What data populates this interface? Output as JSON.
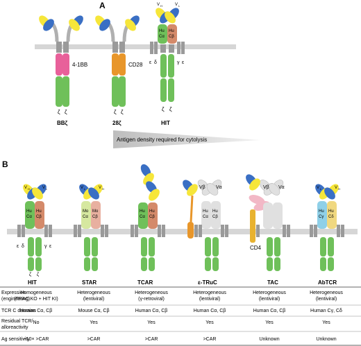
{
  "panelA": {
    "label": "A",
    "constructs": [
      {
        "name": "BBζ",
        "costim": "4-1BB"
      },
      {
        "name": "28ζ",
        "costim": "CD28"
      },
      {
        "name": "HIT"
      }
    ],
    "gradient_text": "Antigen density required for cytolysis",
    "chain_labels": {
      "vh": "V",
      "vh_sub": "H",
      "vl": "V",
      "vl_sub": "L",
      "hu": "Hu",
      "ca": "Cα",
      "cb": "Cβ",
      "zeta": "ζ",
      "eps": "ε",
      "delta": "δ",
      "gamma": "γ"
    }
  },
  "panelB": {
    "label": "B",
    "constructs": [
      {
        "name": "HIT",
        "top_left": "V",
        "top_left_sub": "H",
        "top_right": "V",
        "top_right_sub": "L",
        "c_left": "Hu\nCα",
        "c_right": "Hu\nCβ"
      },
      {
        "name": "STAR",
        "top_left": "V",
        "top_left_sub": "L",
        "top_right": "V",
        "top_right_sub": "H",
        "c_left": "Mo\nCα",
        "c_right": "Mo\nCβ"
      },
      {
        "name": "TCAR",
        "c_left": "Hu\nCα",
        "c_right": "Hu\nCβ"
      },
      {
        "name": "ε-TRuC",
        "top_left": "Vβ",
        "top_right": "Vα",
        "c_left": "Hu\nCα",
        "c_right": "Hu\nCβ"
      },
      {
        "name": "TAC",
        "top_left": "Vβ",
        "top_right": "Vα",
        "cd4": "CD4"
      },
      {
        "name": "AbTCR",
        "top_left": "V",
        "top_left_sub": "L",
        "top_right": "V",
        "top_right_sub": "H",
        "c_left": "Hu\nCγ",
        "c_right": "Hu\nCδ"
      }
    ],
    "table": {
      "rows": [
        {
          "header": "Expression (engineering)",
          "cells": [
            "Homogeneous (TRAC KO + HIT KI)",
            "Heterogeneous (lentiviral)",
            "Heterogeneous (γ-retroviral)",
            "Heterogeneous (lentiviral)",
            "Heterogeneous (lentiviral)",
            "Heterogeneous (lentiviral)"
          ]
        },
        {
          "header": "TCR C domains",
          "cells": [
            "Human Cα, Cβ",
            "Mouse Cα, Cβ",
            "Human Cα, Cβ",
            "Human Cα, Cβ",
            "Human Cα, Cβ",
            "Human Cγ, Cδ"
          ]
        },
        {
          "header": "Residual TCR/ alloreactivity",
          "cells": [
            "No",
            "Yes",
            "Yes",
            "Yes",
            "Yes",
            "Yes"
          ]
        },
        {
          "header": "Ag sensitivity",
          "cells": [
            "~10× >CAR",
            ">CAR",
            ">CAR",
            ">CAR",
            "Unknown",
            "Unknown"
          ]
        }
      ]
    }
  },
  "colors": {
    "pink": "#e8609a",
    "orange": "#e8962a",
    "green": "#6fc05a",
    "gray": "#9a9a9a",
    "yellow": "#f6e63a",
    "blue": "#3a6fc4",
    "lightgray": "#d0d0d0"
  }
}
